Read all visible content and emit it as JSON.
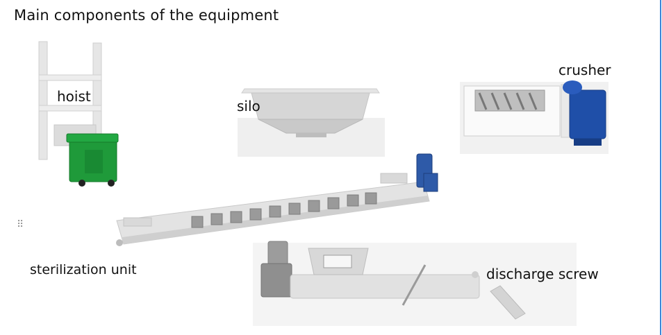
{
  "title": "Main components of the equipment",
  "labels": {
    "hoist": "hoist",
    "silo": "silo",
    "crusher": "crusher",
    "sterilization": "sterilization unit",
    "discharge": "discharge screw"
  },
  "icons": {
    "drag_handle": "drag-handle-icon"
  },
  "colors": {
    "bin_green": "#1f9a3a",
    "motor_blue": "#1f4fa8",
    "metal_gray": "#c9c9c9",
    "accent_edge": "#3a86d8"
  }
}
